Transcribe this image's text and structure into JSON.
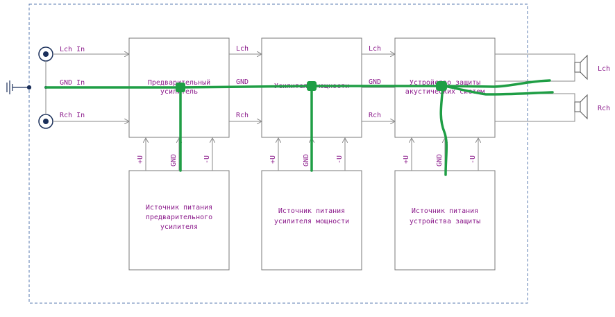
{
  "colors": {
    "ground_wire": "#1f9e45",
    "label_text": "#8b1a8b",
    "frame": "#5a7bb0",
    "jack": "#1a2f5a"
  },
  "inputs": {
    "left": "Lch In",
    "ground": "GND In",
    "right": "Rch In"
  },
  "signal_labels": {
    "lch": "Lch",
    "gnd": "GND",
    "rch": "Rch"
  },
  "supply_labels": {
    "plus": "+U",
    "gnd": "GND",
    "minus": "-U"
  },
  "blocks": {
    "preamp": [
      "Предварительный",
      "усилитель"
    ],
    "power_amp": [
      "Усилитель мощности"
    ],
    "protection": [
      "Устройство защиты",
      "акустических систем"
    ]
  },
  "power_supplies": {
    "preamp": [
      "Источник питания",
      "предварительного",
      "усилителя"
    ],
    "power_amp": [
      "Источник питания",
      "усилителя мощности"
    ],
    "protection": [
      "Источник питания",
      "устройства защиты"
    ]
  },
  "speakers": {
    "left": "Lch",
    "right": "Rch"
  }
}
